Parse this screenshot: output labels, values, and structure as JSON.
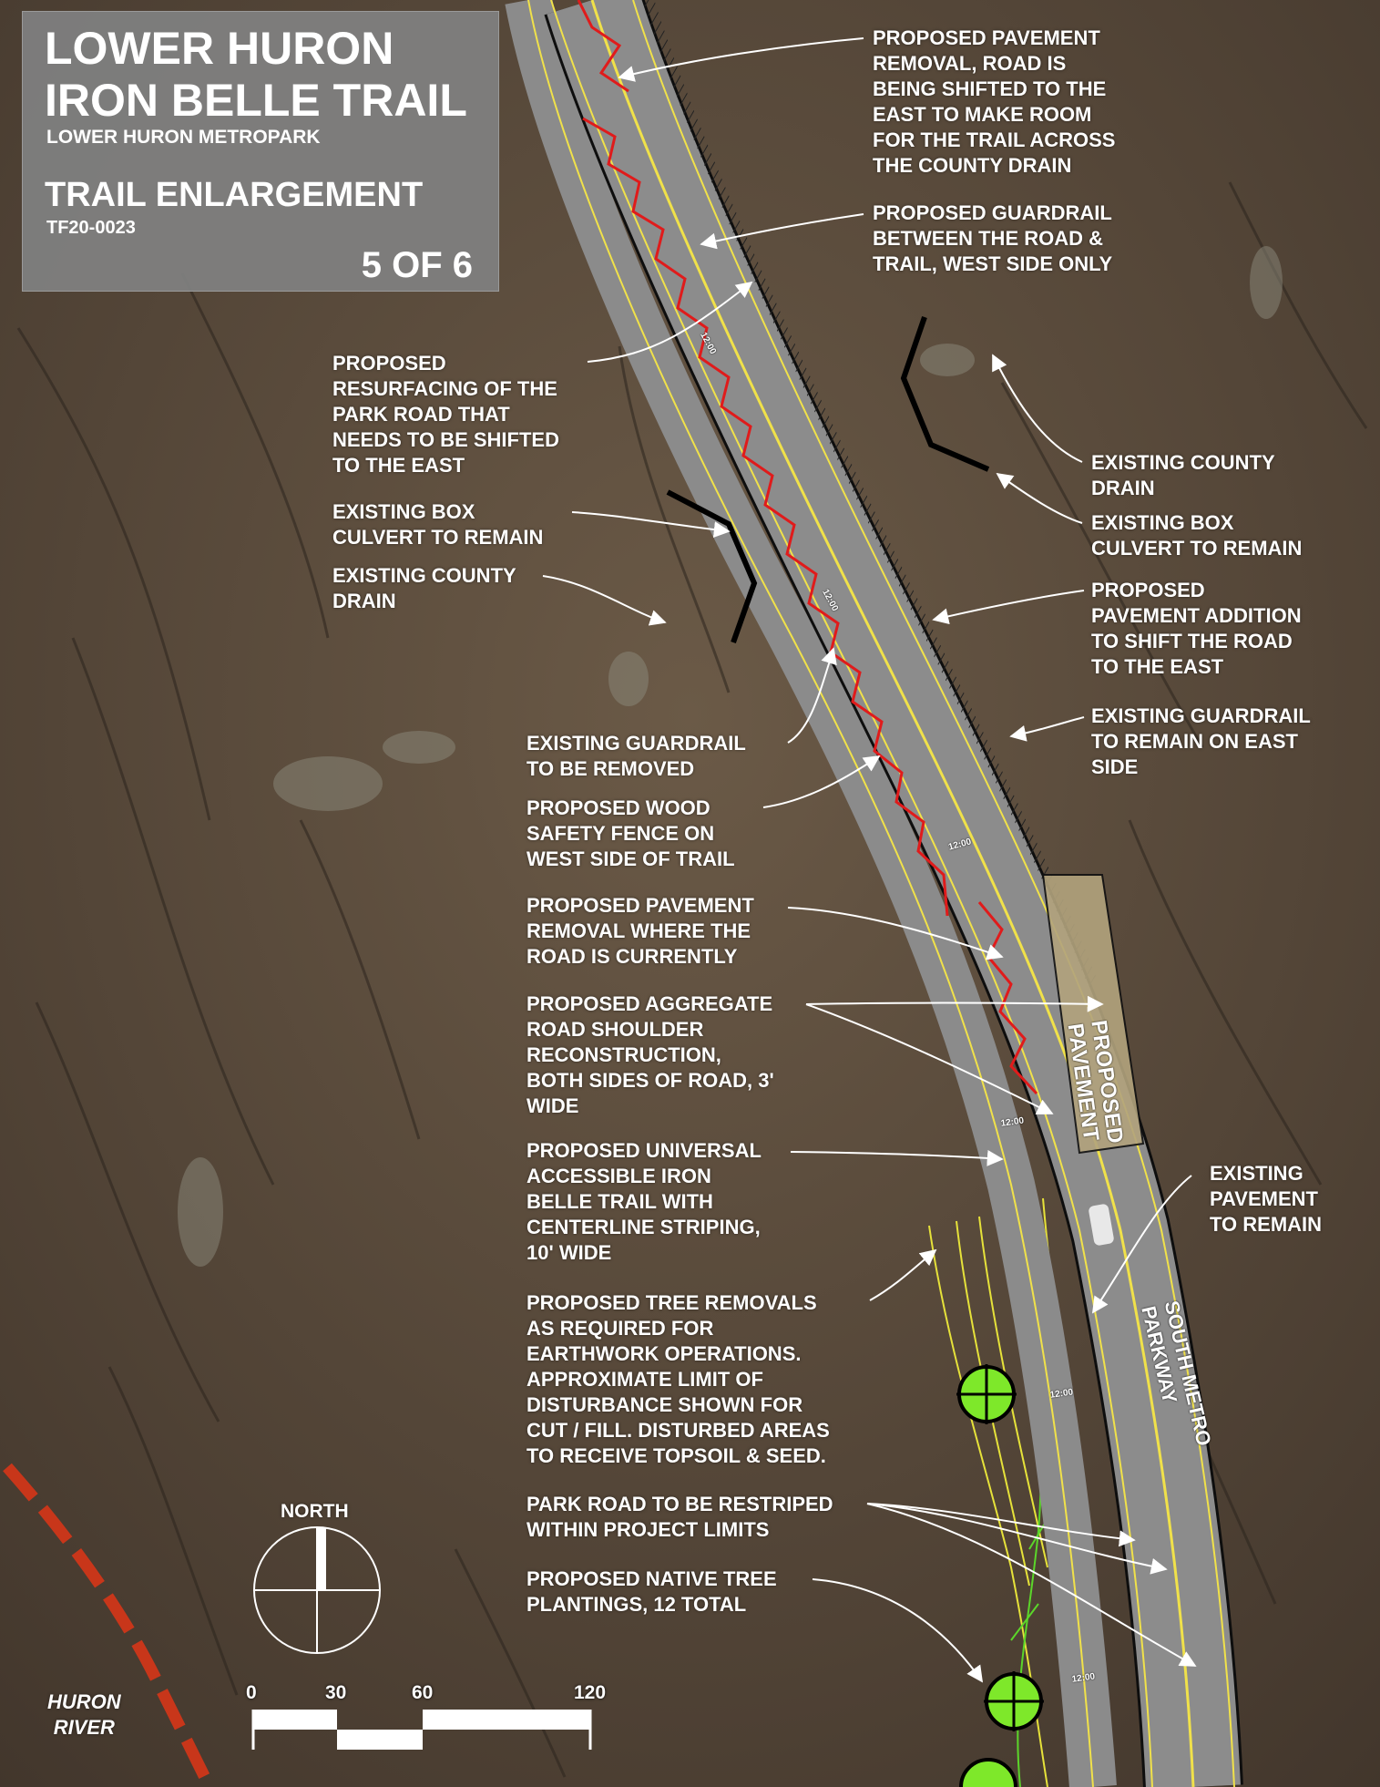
{
  "title": {
    "main": "LOWER HURON\nIRON BELLE TRAIL",
    "park": "LOWER HURON METROPARK",
    "subtitle": "TRAIL ENLARGEMENT",
    "code": "TF20-0023",
    "page": "5 OF 6"
  },
  "annotations": {
    "pavement_removal_shift": "PROPOSED PAVEMENT\nREMOVAL, ROAD IS\nBEING SHIFTED TO THE\nEAST TO MAKE ROOM\nFOR THE TRAIL ACROSS\nTHE COUNTY DRAIN",
    "guardrail_west": "PROPOSED GUARDRAIL\nBETWEEN THE ROAD &\nTRAIL, WEST SIDE ONLY",
    "resurfacing": "PROPOSED\nRESURFACING OF THE\nPARK ROAD THAT\nNEEDS TO BE SHIFTED\nTO THE EAST",
    "box_culvert_west": "EXISTING BOX\nCULVERT TO REMAIN",
    "county_drain_west": "EXISTING COUNTY\nDRAIN",
    "county_drain_east": "EXISTING COUNTY\nDRAIN",
    "box_culvert_east": "EXISTING BOX\nCULVERT TO REMAIN",
    "pavement_addition": "PROPOSED\nPAVEMENT ADDITION\nTO SHIFT THE ROAD\nTO THE EAST",
    "guardrail_removed": "EXISTING GUARDRAIL\nTO BE REMOVED",
    "guardrail_remain_east": "EXISTING GUARDRAIL\nTO REMAIN ON EAST\nSIDE",
    "wood_fence": "PROPOSED WOOD\nSAFETY FENCE ON\nWEST SIDE OF TRAIL",
    "pavement_removal_current": "PROPOSED PAVEMENT\nREMOVAL WHERE THE\nROAD IS CURRENTLY",
    "aggregate_shoulder": "PROPOSED AGGREGATE\nROAD SHOULDER\nRECONSTRUCTION,\nBOTH SIDES OF ROAD, 3'\nWIDE",
    "existing_pavement": "EXISTING\nPAVEMENT\nTO REMAIN",
    "universal_trail": "PROPOSED UNIVERSAL\nACCESSIBLE IRON\nBELLE TRAIL WITH\nCENTERLINE STRIPING,\n10' WIDE",
    "tree_removals": "PROPOSED TREE REMOVALS\nAS REQUIRED FOR\nEARTHWORK OPERATIONS.\nAPPROXIMATE LIMIT OF\nDISTURBANCE SHOWN FOR\nCUT / FILL.  DISTURBED AREAS\nTO RECEIVE TOPSOIL & SEED.",
    "restriped": "PARK ROAD TO BE RESTRIPED\nWITHIN PROJECT LIMITS",
    "native_trees": "PROPOSED NATIVE TREE\nPLANTINGS, 12 TOTAL"
  },
  "map_labels": {
    "proposed_pavement": "PROPOSED\nPAVEMENT",
    "road_name": "SOUTH METRO\nPARKWAY",
    "river": "HURON\nRIVER",
    "north": "NORTH",
    "trail_station": "12:00"
  },
  "scale": {
    "ticks": [
      "0",
      "30",
      "60",
      "120"
    ]
  },
  "colors": {
    "terrain": "#5a4b3d",
    "road": "#8c8c8c",
    "edge_line": "#f0e14a",
    "guardrail_remove": "#e01b1b",
    "disturbance_limit": "#e6e23a",
    "tree_planting": "#7ee82a",
    "river_line": "#c8361a",
    "title_box": "#808080"
  }
}
